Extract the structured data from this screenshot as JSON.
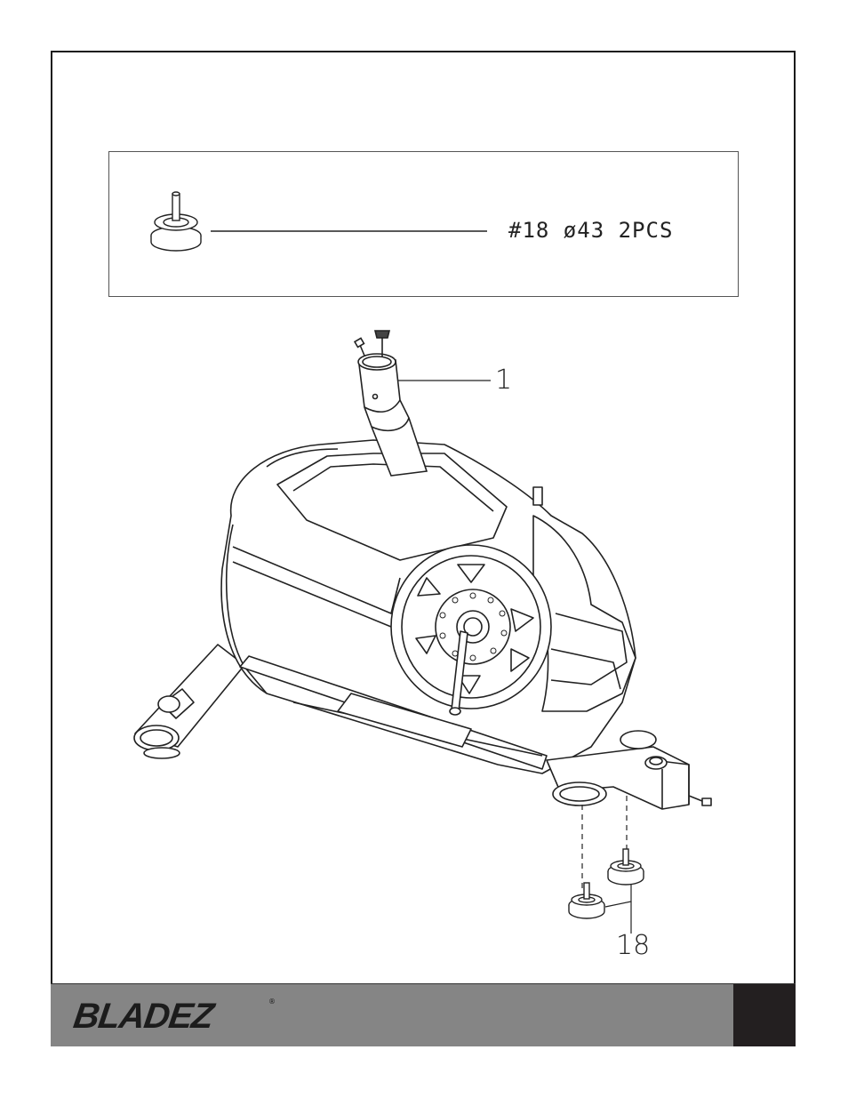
{
  "hardware": {
    "label": "#18 ø43 2PCS"
  },
  "callouts": {
    "part_1": "1",
    "part_18": "18"
  },
  "footer": {
    "brand": "BLADEZ",
    "registered_mark": "®",
    "bar_color": "#858585",
    "tab_color": "#231f20"
  }
}
